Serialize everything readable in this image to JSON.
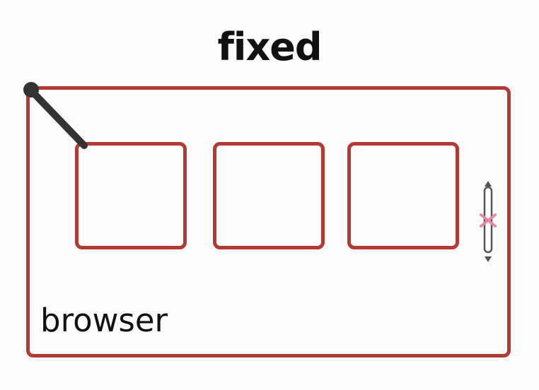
{
  "diagram": {
    "title": "fixed",
    "container_label": "browser",
    "fixed_box_count": 3,
    "colors": {
      "frame": "#b33a33",
      "text": "#111111",
      "anchor_pin": "#333333",
      "scroll_marker": "#e28aa3"
    },
    "icons": {
      "anchor": "pin-anchor-icon",
      "scroll": "vertical-scroll-icon"
    }
  }
}
